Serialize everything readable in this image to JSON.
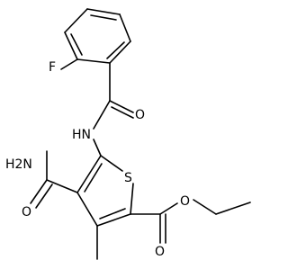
{
  "molecule": {
    "atoms": {
      "fluorine": "F",
      "amide_oxygen": "O",
      "amide_nitrogen": "HN",
      "carbamoyl_nitrogen": "H2N",
      "carbamoyl_oxygen": "O",
      "sulfur": "S",
      "ester_carbonyl_oxygen": "O",
      "ester_ether_oxygen": "O"
    }
  }
}
